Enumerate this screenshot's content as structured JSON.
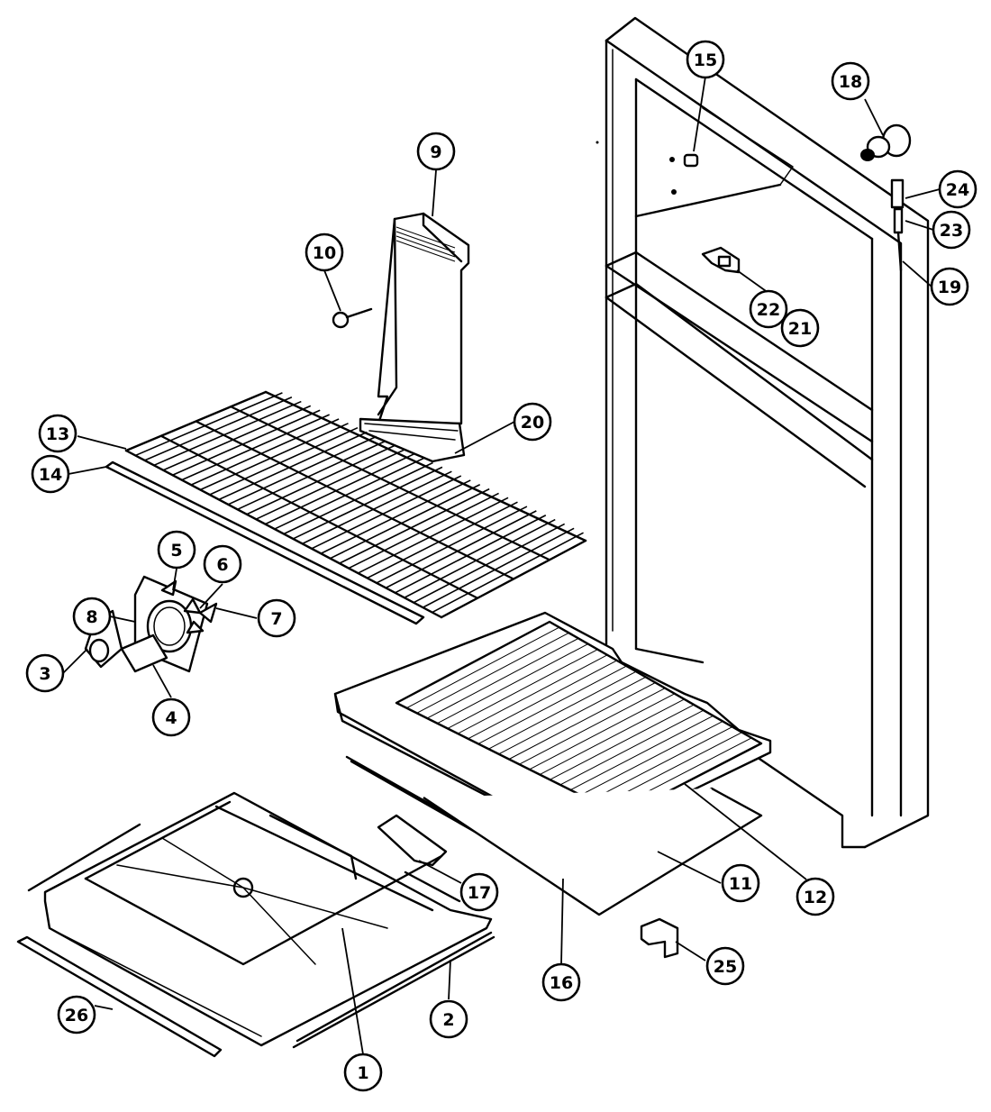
{
  "callouts": [
    {
      "label": "1"
    },
    {
      "label": "2"
    },
    {
      "label": "3"
    },
    {
      "label": "4"
    },
    {
      "label": "5"
    },
    {
      "label": "6"
    },
    {
      "label": "7"
    },
    {
      "label": "8"
    },
    {
      "label": "9"
    },
    {
      "label": "10"
    },
    {
      "label": "11"
    },
    {
      "label": "12"
    },
    {
      "label": "13"
    },
    {
      "label": "14"
    },
    {
      "label": "15"
    },
    {
      "label": "16"
    },
    {
      "label": "17"
    },
    {
      "label": "18"
    },
    {
      "label": "19"
    },
    {
      "label": "20"
    },
    {
      "label": "21"
    },
    {
      "label": "22"
    },
    {
      "label": "23"
    },
    {
      "label": "24"
    },
    {
      "label": "25"
    },
    {
      "label": "26"
    }
  ]
}
